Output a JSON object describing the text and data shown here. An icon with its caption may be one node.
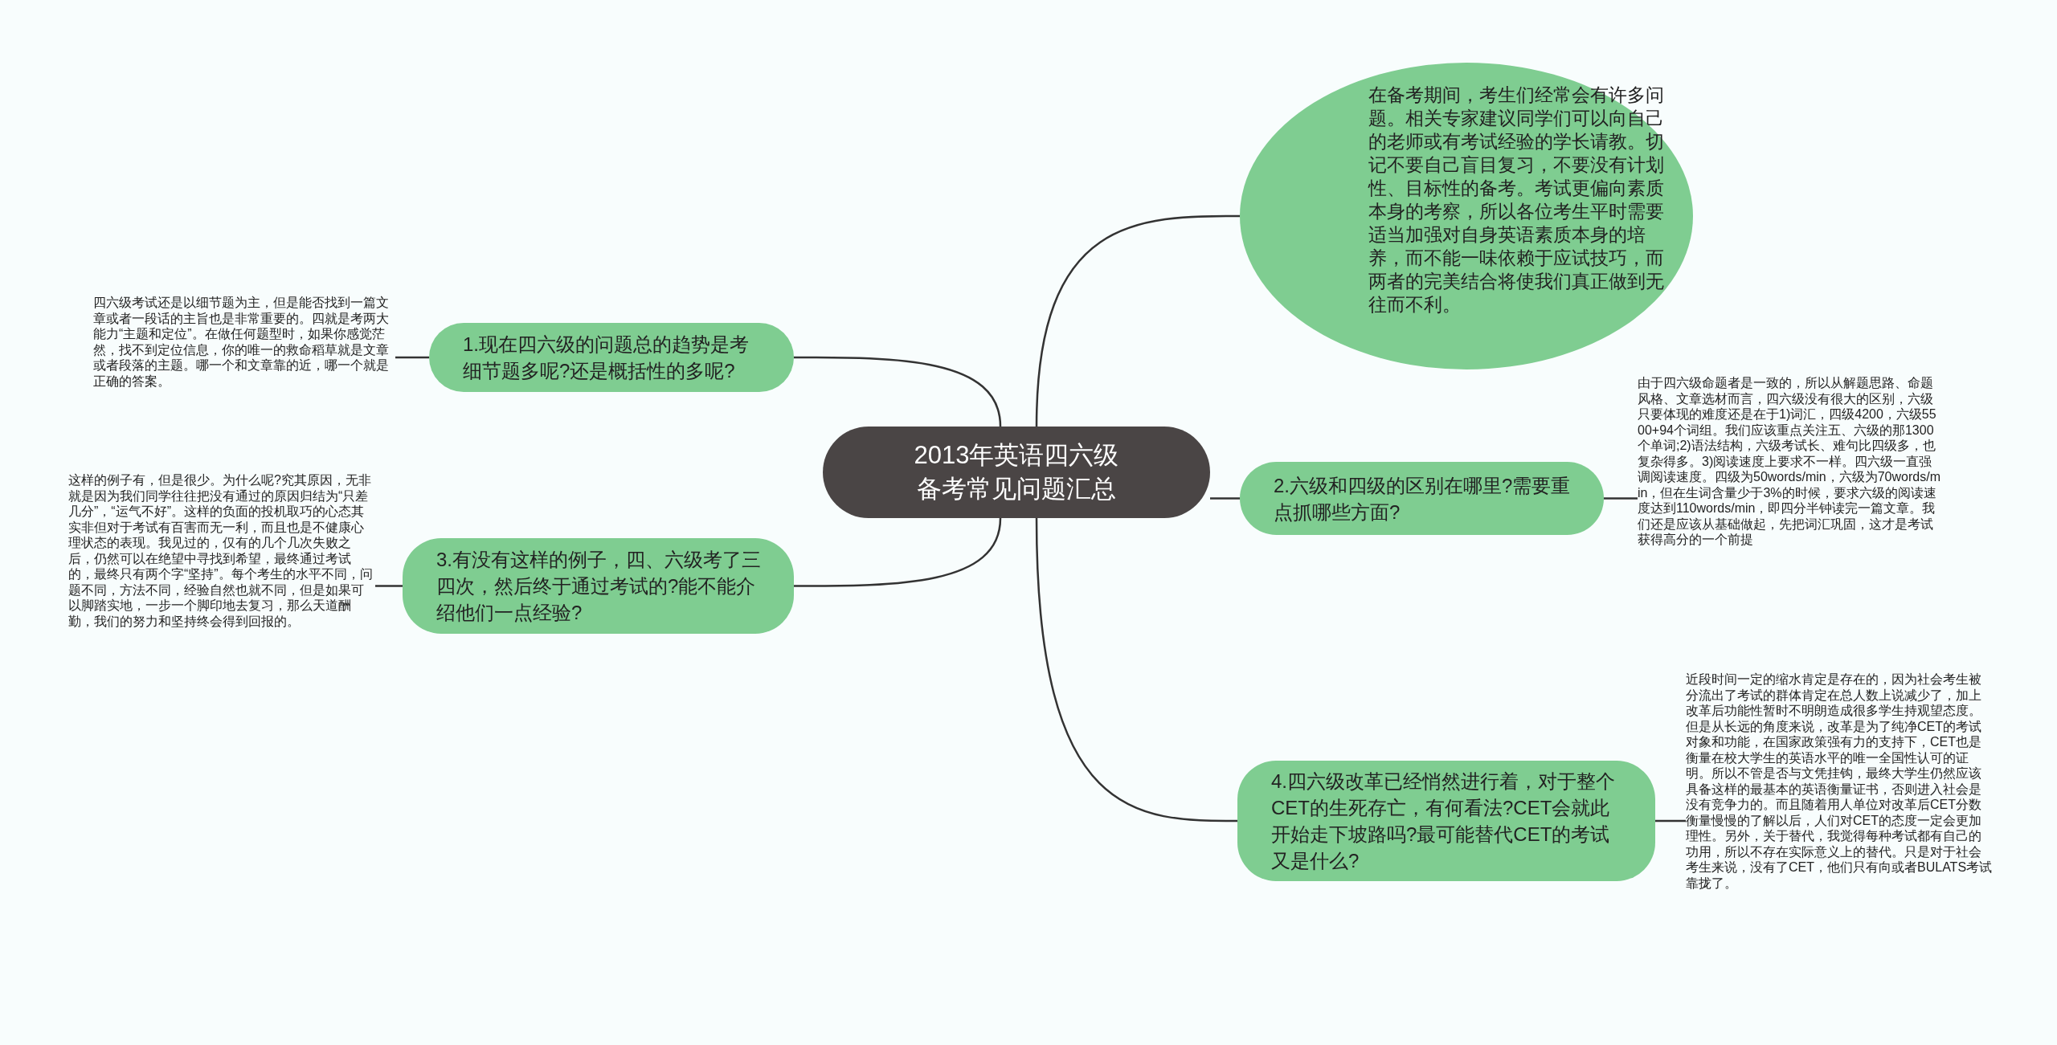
{
  "diagram": {
    "nodes": [
      {
        "text": [
          "2013年英语四六级备考常见问题汇总"
        ]
      },
      {
        "text": [
          "在备考期间，考生们经常会有许多问题。相关专家建议同学们可以向自己的老师或有考试经验的学长请教。切记不要自己盲目复习，不要没有计划性、目标性的备考。考试更偏向素质本身的考察，所以各位考生平时需要适当加强对自身英语素质本身的培养，而不能一味依赖于应试技巧，而两者的完美结合将使我们真正做到无往而不利。"
        ]
      },
      {
        "text": [
          "1.现在四六级的问题总的趋势是考细节题多呢?还是概括性的多呢?"
        ]
      },
      {
        "text": [
          "四六级考试还是以细节题为主，但是能否找到一篇文章或者一段话的主旨也是非常重要的。四就是考两大能力“主题和定位”。在做任何题型时，如果你感觉茫然，找不到定位信息，你的唯一的救命稻草就是文章或者段落的主题。哪一个和文章靠的近，哪一个就是正确的答案。"
        ]
      },
      {
        "text": [
          "2.六级和四级的区别在哪里?需要重点抓哪些方面?"
        ]
      },
      {
        "text": [
          "由于四六级命题者是一致的，所以从解题思路、命题风格、文章选材而言，四六级没有很大的区别，六级只要体现的难度还是在于1)词汇，四级4200，六级5500+94个词组。我们应该重点关注五、六级的那1300个单词;2)语法结构，六级考试长、难句比四级多，也复杂得多。3)阅读速度上要求不一样。四六级一直强调阅读速度。四级为50words/min，六级为70words/min，但在生词含量少于3%的时候，要求六级的阅读速度达到110words/min，即四分半钟读完一篇文章。我们还是应该从基础做起，先把词汇巩固，这才是考试获得高分的一个前提"
        ]
      },
      {
        "text": [
          "3.有没有这样的例子，四、六级考了三四次，然后终于通过考试的?能不能介绍他们一点经验?"
        ]
      },
      {
        "text": [
          "这样的例子有，但是很少。为什么呢?究其原因，无非就是因为我们同学往往把没有通过的原因归结为“只差几分”，“运气不好”。这样的负面的投机取巧的心态其实非但对于考试有百害而无一利，而且也是不健康心理状态的表现。我见过的，仅有的几个几次失败之后，仍然可以在绝望中寻找到希望，最终通过考试的，最终只有两个字“坚持”。每个考生的水平不同，问题不同，方法不同，经验自然也就不同，但是如果可以脚踏实地，一步一个脚印地去复习，那么天道酬勤，我们的努力和坚持终会得到回报的。"
        ]
      },
      {
        "text": [
          "4.四六级改革已经悄然进行着，对于整个CET的生死存亡，有何看法?CET会就此开始走下坡路吗?最可能替代CET的考试又是什么?"
        ]
      },
      {
        "text": [
          "近段时间一定的缩水肯定是存在的，因为社会考生被分流出了考试的群体肯定在总人数上说减少了，加上改革后功能性暂时不明朗造成很多学生持观望态度。但是从长远的角度来说，改革是为了纯净CET的考试对象和功能，在国家政策强有力的支持下，CET也是衡量在校大学生的英语水平的唯一全国性认可的证明。所以不管是否与文凭挂钩，最终大学生仍然应该具备这样的最基本的英语衡量证书，否则进入社会是没有竞争力的。而且随着用人单位对改革后CET分数衡量慢慢的了解以后，人们对CET的态度一定会更加理性。另外，关于替代，我觉得每种考试都有自己的功用，所以不存在实际意义上的替代。只是对于社会考生来说，没有了CET，他们只有向或者BULATS考试靠拢了。"
        ]
      }
    ],
    "edges": [
      {
        "from": 0,
        "to": 1,
        "arrow": "none"
      },
      {
        "from": 0,
        "to": 2,
        "arrow": "none"
      },
      {
        "from": 2,
        "to": 3,
        "arrow": "none"
      },
      {
        "from": 0,
        "to": 4,
        "arrow": "none"
      },
      {
        "from": 4,
        "to": 5,
        "arrow": "none"
      },
      {
        "from": 0,
        "to": 6,
        "arrow": "none"
      },
      {
        "from": 6,
        "to": 7,
        "arrow": "none"
      },
      {
        "from": 0,
        "to": 8,
        "arrow": "none"
      },
      {
        "from": 8,
        "to": 9,
        "arrow": "none"
      }
    ]
  }
}
